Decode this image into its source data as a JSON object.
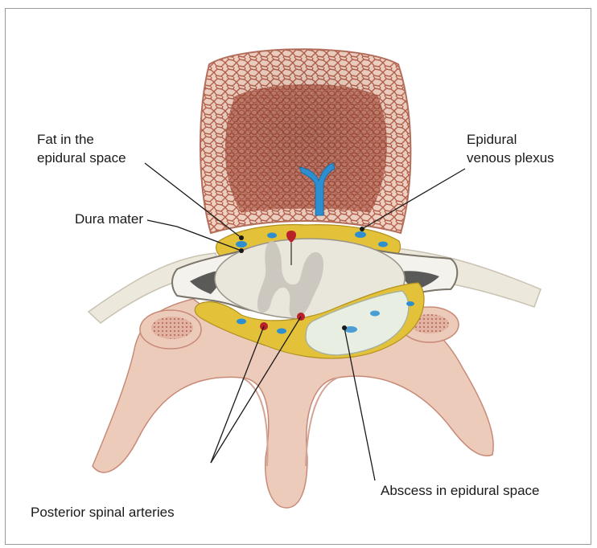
{
  "labels": {
    "fat_line1": "Fat in the",
    "fat_line2": "epidural space",
    "dura": "Dura mater",
    "venous_line1": "Epidural",
    "venous_line2": "venous plexus",
    "abscess": "Abscess in epidural space",
    "arteries": "Posterior spinal arteries"
  },
  "colors": {
    "bone": "#ecc9b8",
    "marrow": "#b55a48",
    "fat": "#e3c23a",
    "vein": "#2e8fd0",
    "artery": "#b8202a",
    "abscess": "#e8efe2",
    "cord": "#e9e6dc",
    "nerve": "#ece8dc"
  }
}
